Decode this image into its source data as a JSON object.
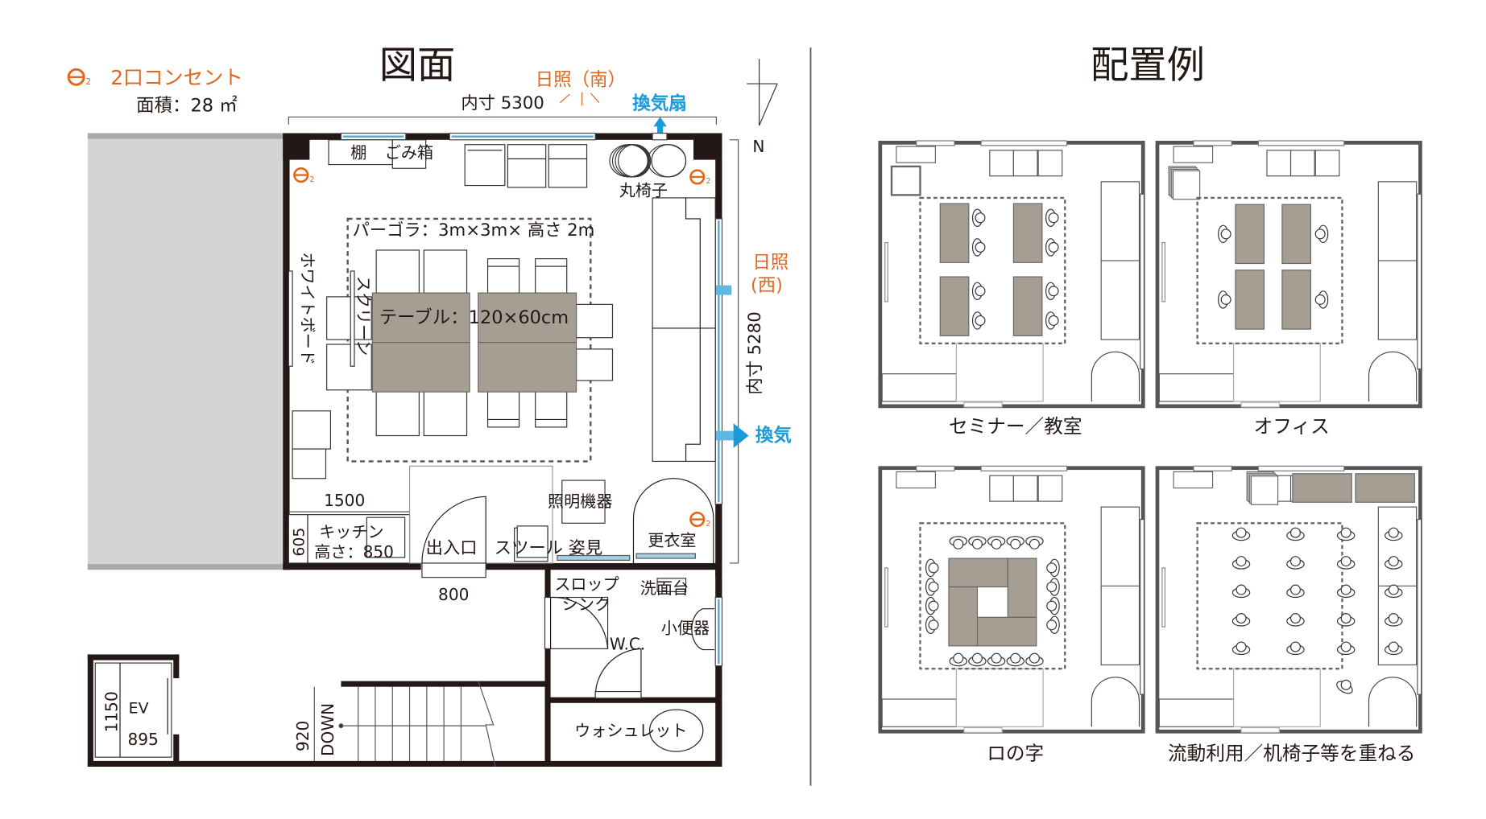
{
  "floor_plan": {
    "title": "図面",
    "legend_outlet_symbol": "⊖₂",
    "legend_outlet_label": "2口コンセント",
    "area": "面積：28 ㎡",
    "sunlight_south": "日照（南）",
    "width_dimension": "内寸 5300",
    "vent_fan": "換気扇",
    "north": "N",
    "shelf": "棚",
    "trash": "ごみ箱",
    "round_stool": "丸椅子",
    "pergola": "パーゴラ：3m×3m× 高さ 2m",
    "table": "テーブル：120×60cm",
    "whiteboard": "ホワイトボード",
    "screen": "スクリーン",
    "sunlight_west_1": "日照",
    "sunlight_west_2": "(西)",
    "depth_dimension": "内寸 5280",
    "ventilation": "換気",
    "dim_1500": "1500",
    "dim_605": "605",
    "kitchen_1": "キッチン",
    "kitchen_2": "高さ：850",
    "entrance": "出入口",
    "dim_800": "800",
    "stool_mirror": "スツール 姿見",
    "lighting": "照明機器",
    "dressing_room": "更衣室",
    "slop_sink_1": "スロップ",
    "slop_sink_2": "シンク",
    "washbasin": "洗面台",
    "urinal": "小便器",
    "wc": "W.C.",
    "washlet": "ウォシュレット",
    "stairs_width": "920",
    "stairs_down": "DOWN",
    "ev_depth": "1150",
    "ev_label": "EV",
    "ev_width": "895"
  },
  "layouts": {
    "title": "配置例",
    "items": [
      {
        "label": "セミナー／教室"
      },
      {
        "label": "オフィス"
      },
      {
        "label": "ロの字"
      },
      {
        "label": "流動利用／机椅子等を重ねる"
      }
    ]
  },
  "colors": {
    "outlet_orange": "#e0671f",
    "vent_blue": "#1a9ad6",
    "window_blue": "#49a8d8",
    "table_wood": "#a79e93",
    "neighbor_gray": "#d4d4d4"
  }
}
